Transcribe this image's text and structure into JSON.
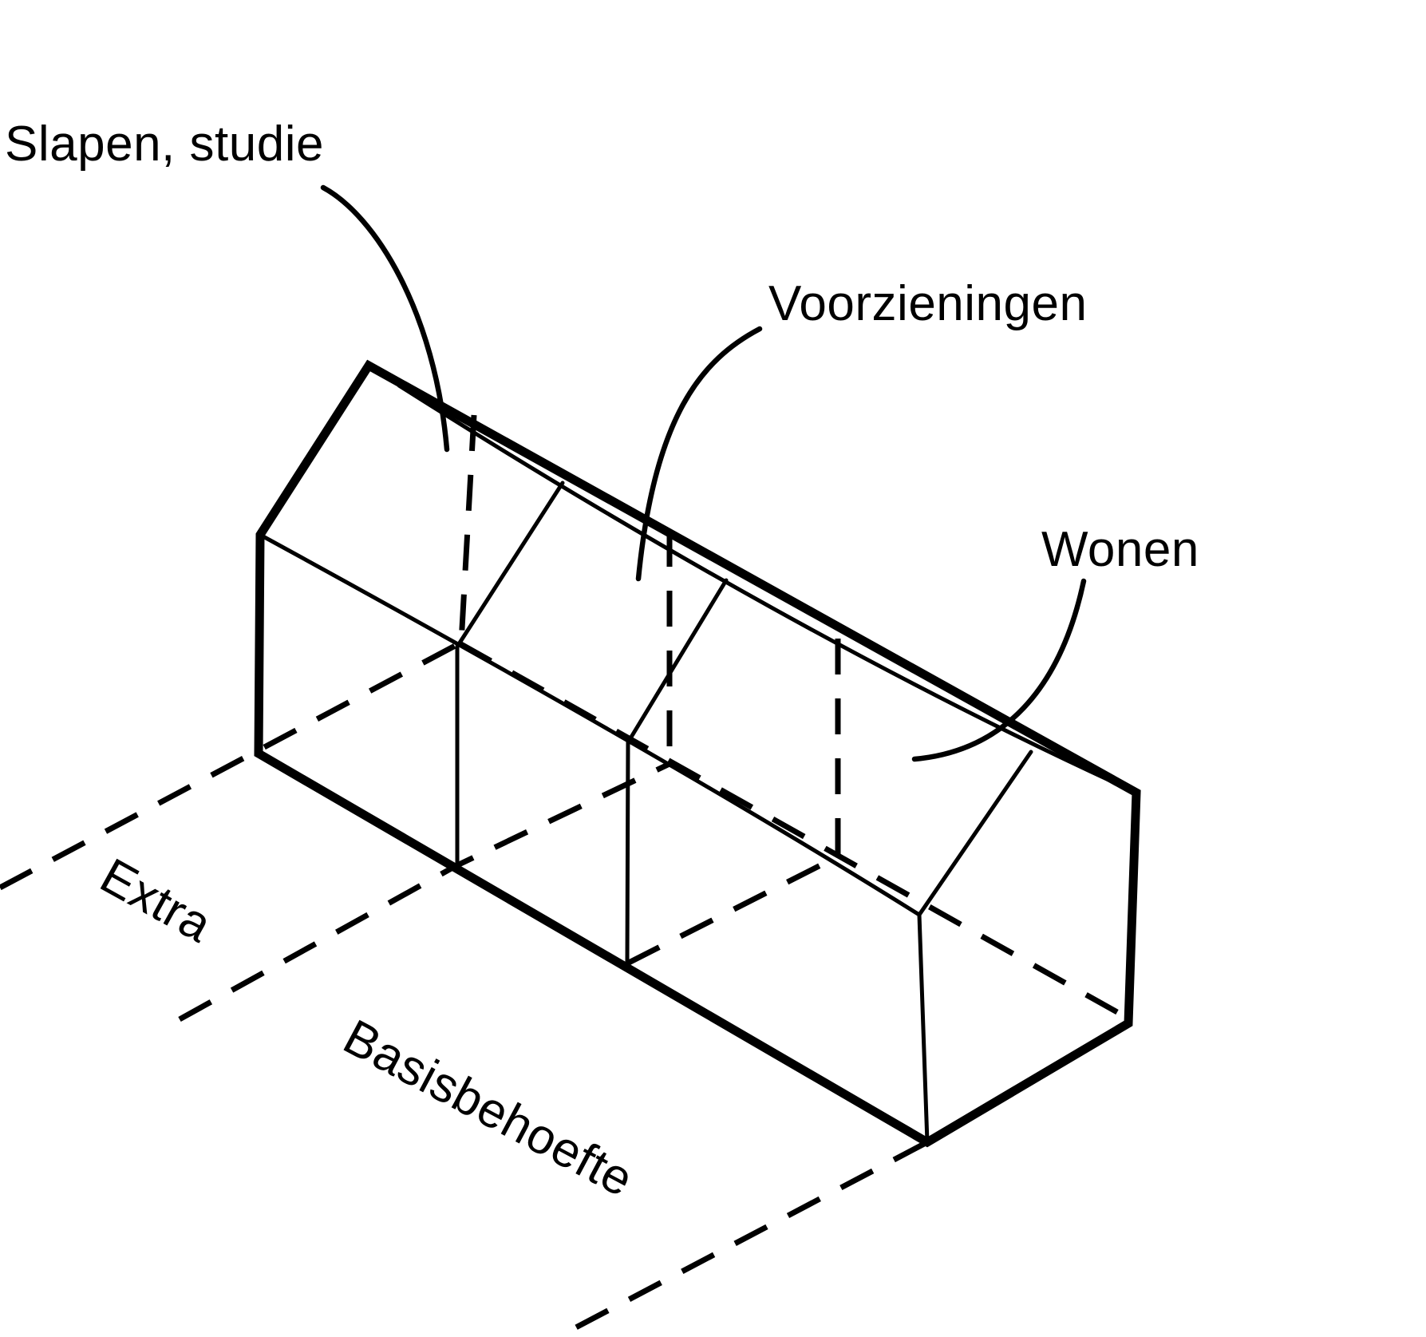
{
  "diagram": {
    "background_color": "#ffffff",
    "line_color": "#000000",
    "labels": {
      "slapen_studie": "Slapen, studie",
      "voorzieningen": "Voorzieningen",
      "wonen": "Wonen",
      "extra": "Extra",
      "basisbehoefte": "Basisbehoefte"
    }
  }
}
